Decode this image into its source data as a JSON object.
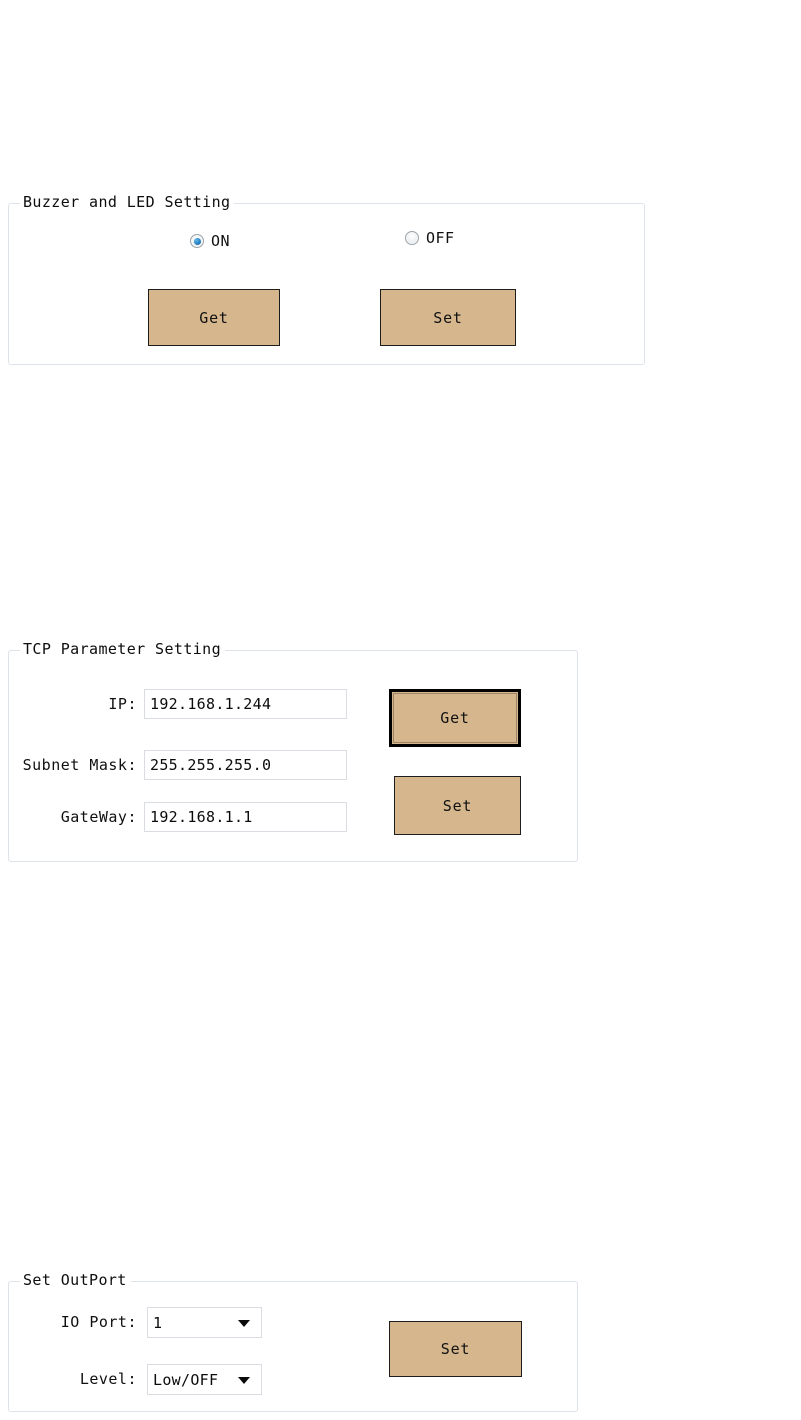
{
  "buzzer": {
    "title": "Buzzer and LED Setting",
    "options": [
      {
        "label": "ON",
        "selected": true
      },
      {
        "label": "OFF",
        "selected": false
      }
    ],
    "get_label": "Get",
    "set_label": "Set"
  },
  "tcp": {
    "title": "TCP Parameter Setting",
    "fields": [
      {
        "label": "IP:",
        "value": "192.168.1.244"
      },
      {
        "label": "Subnet Mask:",
        "value": "255.255.255.0"
      },
      {
        "label": "GateWay:",
        "value": "192.168.1.1"
      }
    ],
    "get_label": "Get",
    "set_label": "Set"
  },
  "outport": {
    "title": "Set OutPort",
    "fields": [
      {
        "label": "IO Port:",
        "value": "1"
      },
      {
        "label": "Level:",
        "value": "Low/OFF"
      }
    ],
    "set_label": "Set"
  },
  "colors": {
    "button_face": "#d5b68d",
    "button_border": "#1d1d1d",
    "group_border": "#dde3e9",
    "radio_selected": "#1a74b8",
    "text": "#111111"
  }
}
